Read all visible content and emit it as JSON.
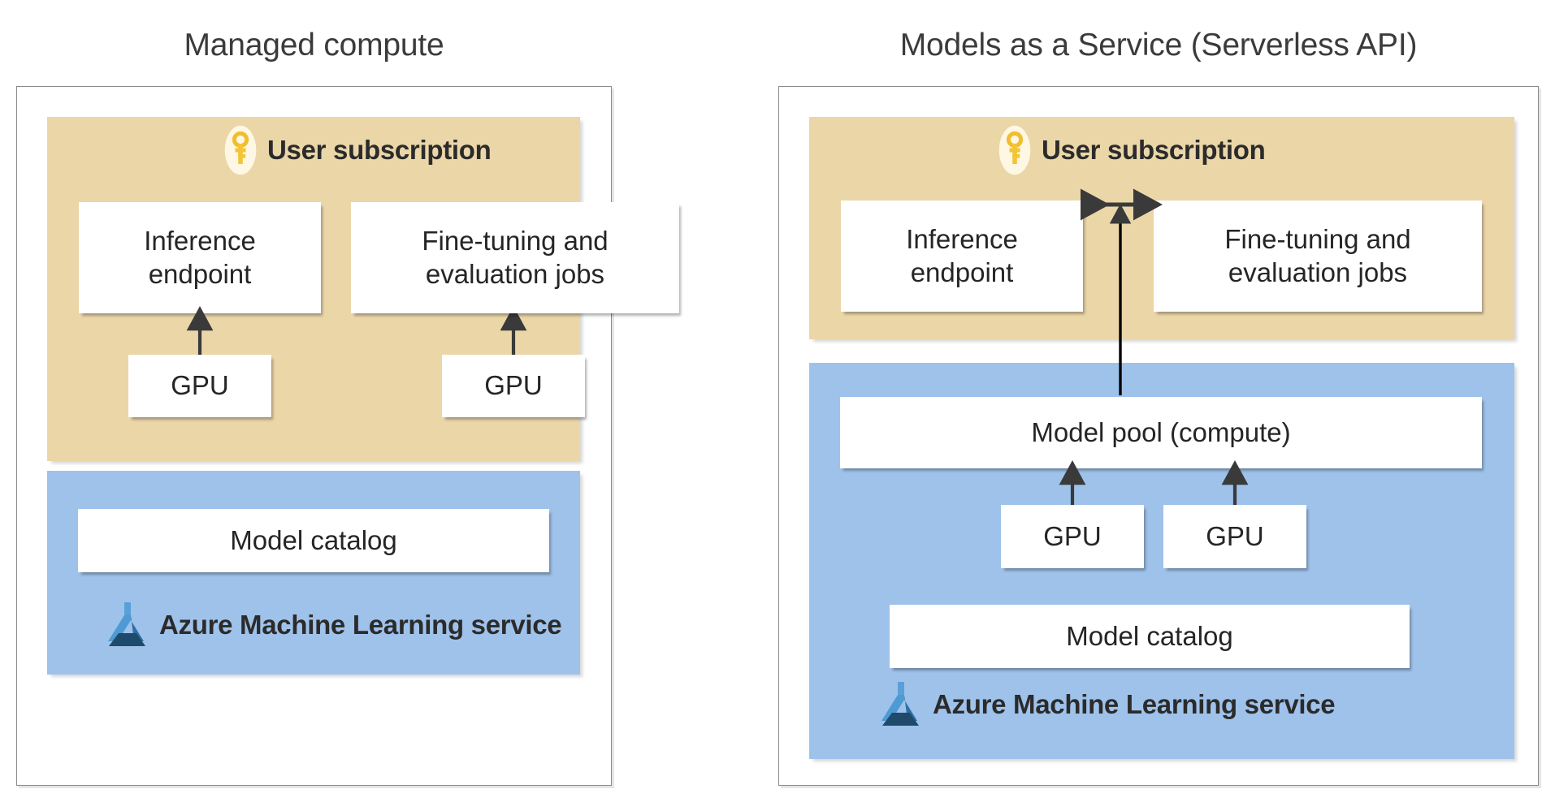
{
  "diagram": {
    "title": "Managed compute vs Models as a Service (Serverless API)",
    "colors": {
      "user_subscription_zone": "#EBD6A8",
      "azure_ml_zone": "#9FC2EA",
      "node_box": "#FFFFFF",
      "panel_border": "#8A8A8A",
      "title_text": "#3B3B3B",
      "arrow": "#3A3A3A",
      "key_icon_gold": "#F2C537",
      "aml_logo_light_blue": "#59A0D8",
      "aml_logo_mid_blue": "#3A77B0",
      "aml_logo_dark_navy": "#1F4A6B"
    }
  },
  "panels": [
    {
      "id": "managed-compute",
      "title": "Managed compute",
      "zones": [
        {
          "id": "user-subscription",
          "type": "tan",
          "header": {
            "icon": "key-icon",
            "label": "User subscription"
          },
          "nodes": [
            {
              "id": "inference-endpoint",
              "label": "Inference\nendpoint"
            },
            {
              "id": "fine-tuning-eval-jobs",
              "label": "Fine-tuning and\nevaluation jobs"
            },
            {
              "id": "gpu-left",
              "label": "GPU"
            },
            {
              "id": "gpu-right",
              "label": "GPU"
            }
          ]
        },
        {
          "id": "azure-ml-service",
          "type": "blue",
          "header": {
            "icon": "azure-ml-icon",
            "label": "Azure Machine Learning service"
          },
          "nodes": [
            {
              "id": "model-catalog",
              "label": "Model catalog"
            }
          ]
        }
      ],
      "arrows": [
        {
          "from": "gpu-left",
          "to": "inference-endpoint",
          "style": "single-up"
        },
        {
          "from": "gpu-right",
          "to": "fine-tuning-eval-jobs",
          "style": "single-up"
        }
      ]
    },
    {
      "id": "models-as-a-service",
      "title": "Models as a Service (Serverless API)",
      "zones": [
        {
          "id": "user-subscription",
          "type": "tan",
          "header": {
            "icon": "key-icon",
            "label": "User subscription"
          },
          "nodes": [
            {
              "id": "inference-endpoint",
              "label": "Inference\nendpoint"
            },
            {
              "id": "fine-tuning-eval-jobs",
              "label": "Fine-tuning and\nevaluation jobs"
            }
          ]
        },
        {
          "id": "azure-ml-service",
          "type": "blue",
          "header": {
            "icon": "azure-ml-icon",
            "label": "Azure Machine Learning service"
          },
          "nodes": [
            {
              "id": "model-pool",
              "label": "Model pool (compute)"
            },
            {
              "id": "gpu-left",
              "label": "GPU"
            },
            {
              "id": "gpu-right",
              "label": "GPU"
            },
            {
              "id": "model-catalog",
              "label": "Model catalog"
            }
          ]
        }
      ],
      "arrows": [
        {
          "from": "inference-endpoint",
          "to": "fine-tuning-eval-jobs",
          "style": "double-horizontal"
        },
        {
          "from": "model-pool",
          "to": "user-subscription-boxes",
          "style": "single-up-long"
        },
        {
          "from": "gpu-left",
          "to": "model-pool",
          "style": "single-up"
        },
        {
          "from": "gpu-right",
          "to": "model-pool",
          "style": "single-up"
        }
      ]
    }
  ],
  "labels": {
    "managed_compute_title": "Managed compute",
    "maas_title": "Models as a Service (Serverless API)",
    "user_subscription": "User subscription",
    "azure_ml_service": "Azure Machine Learning service",
    "inference_endpoint_line1": "Inference",
    "inference_endpoint_line2": "endpoint",
    "fine_tuning_line1": "Fine-tuning and",
    "fine_tuning_line2": "evaluation jobs",
    "gpu": "GPU",
    "model_catalog": "Model catalog",
    "model_pool": "Model pool (compute)"
  }
}
